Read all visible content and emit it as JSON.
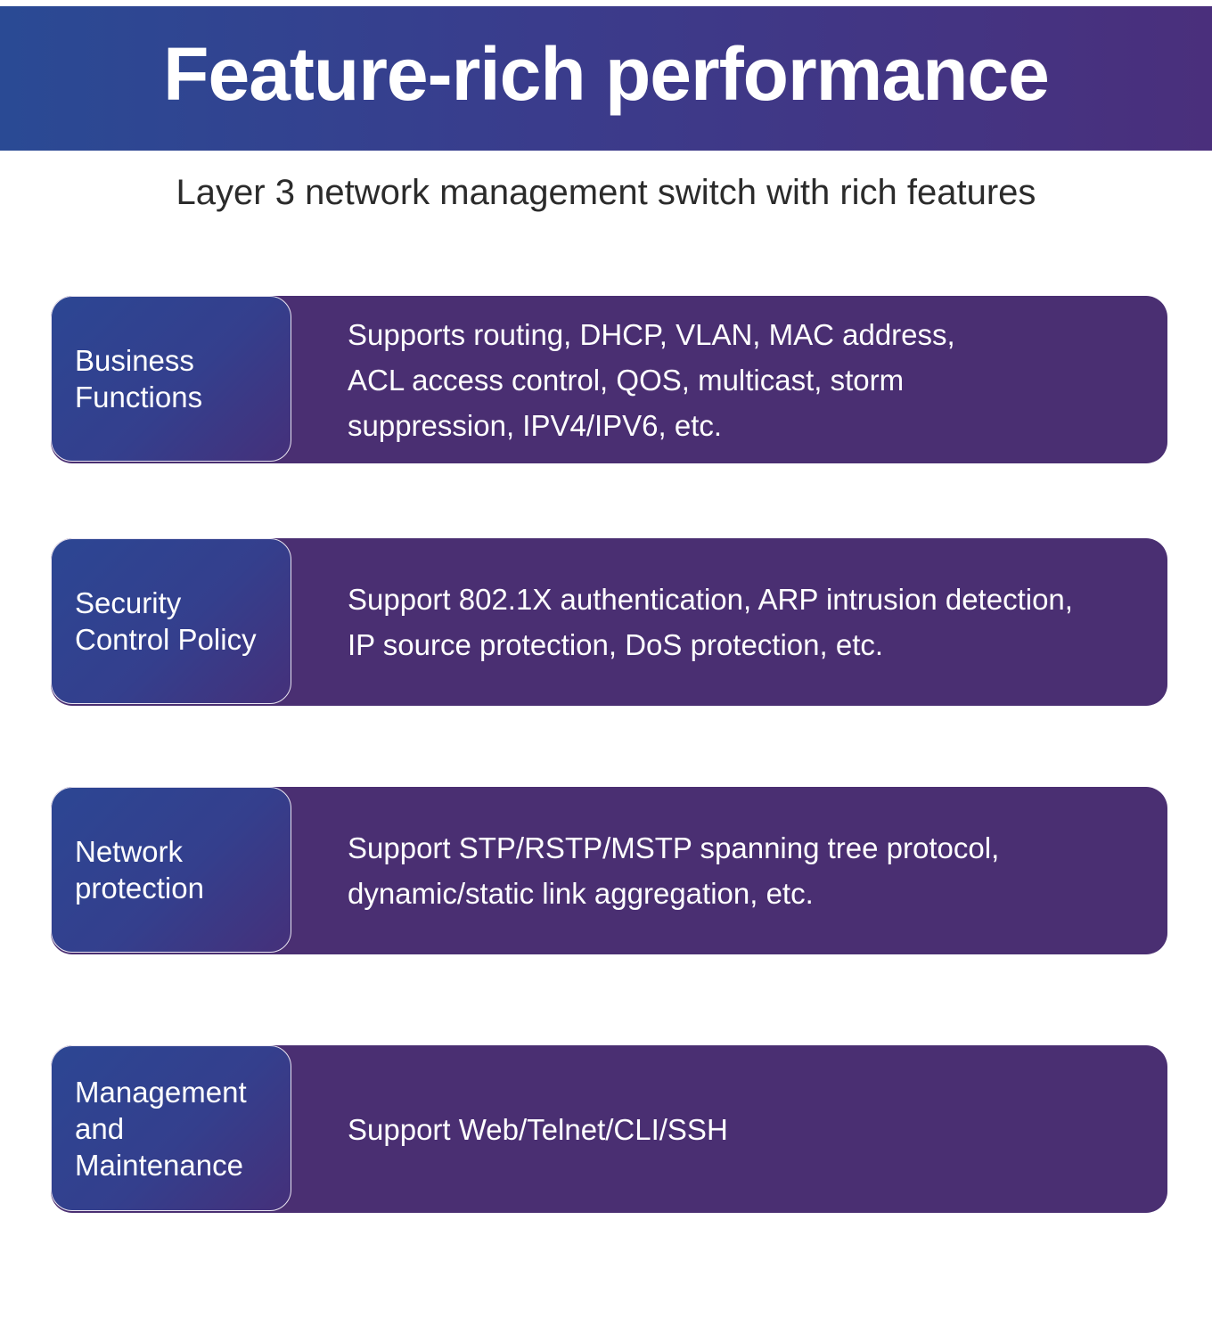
{
  "header": {
    "title": "Feature-rich performance",
    "subtitle": "Layer 3 network management switch with rich features"
  },
  "features": [
    {
      "label": "Business\nFunctions",
      "description": "Supports routing, DHCP, VLAN, MAC address,\nACL access control, QOS, multicast, storm\nsuppression, IPV4/IPV6, etc."
    },
    {
      "label": "Security\nControl Policy",
      "description": "Support 802.1X authentication, ARP intrusion detection,\nIP source protection, DoS protection, etc."
    },
    {
      "label": "Network\nprotection",
      "description": "Support STP/RSTP/MSTP spanning tree protocol,\ndynamic/static link aggregation, etc."
    },
    {
      "label": "Management\nand\nMaintenance",
      "description": "Support Web/Telnet/CLI/SSH"
    }
  ],
  "colors": {
    "banner_start": "#2a4a94",
    "banner_end": "#4a2f7c",
    "card_background": "#4a2f72",
    "text_on_dark": "#ffffff",
    "subtitle_text": "#2b2b2b"
  }
}
